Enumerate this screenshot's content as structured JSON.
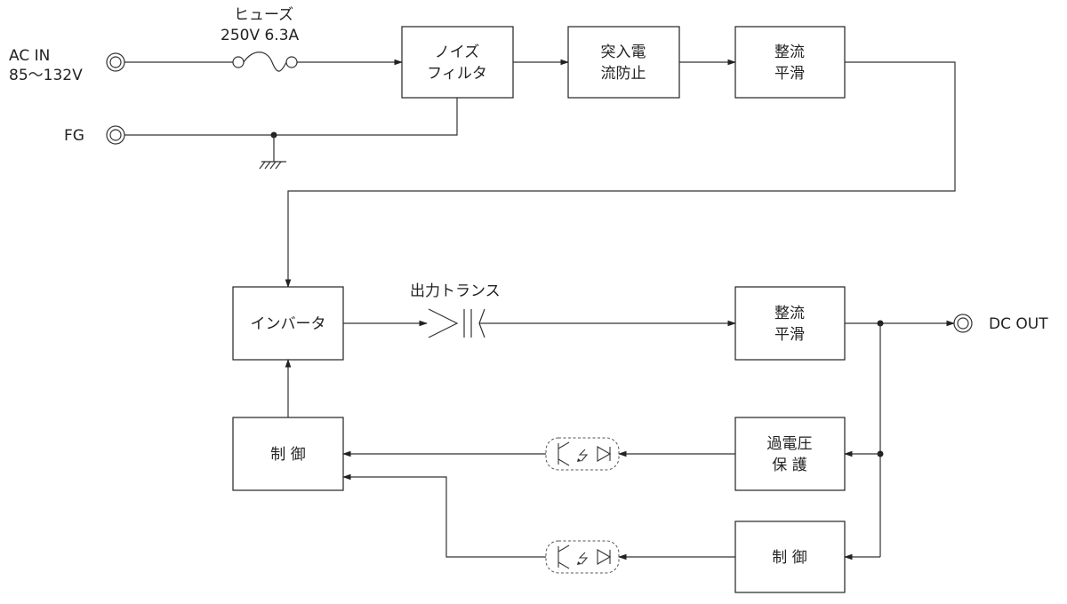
{
  "terminals": {
    "ac_in_line1": "AC IN",
    "ac_in_line2": "85～132V",
    "fg": "FG",
    "dc_out": "DC OUT"
  },
  "fuse": {
    "line1": "ヒューズ",
    "line2": "250V 6.3A"
  },
  "blocks": {
    "noise_filter": [
      "ノイズ",
      "フィルタ"
    ],
    "inrush_limit": [
      "突入電",
      "流防止"
    ],
    "rectifier_in": [
      "整流",
      "平滑"
    ],
    "inverter": "インバータ",
    "rectifier_out": [
      "整流",
      "平滑"
    ],
    "control_left": "制 御",
    "ovp": [
      "過電圧",
      "保 護"
    ],
    "control_right": "制 御"
  },
  "transformer": {
    "label": "出力トランス"
  },
  "colors": {
    "line": "#333333",
    "text": "#222222",
    "background": "#ffffff"
  }
}
